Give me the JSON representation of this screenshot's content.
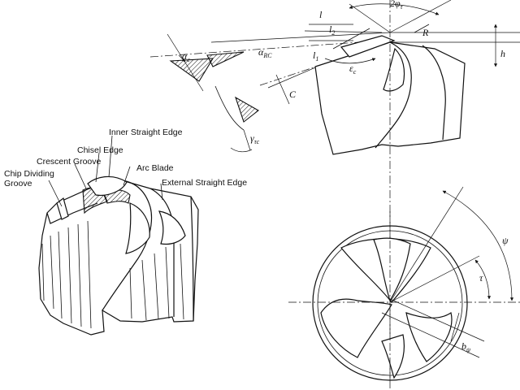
{
  "labels": {
    "inner_straight_edge": "Inner Straight Edge",
    "chisel_edge": "Chisel Edge",
    "crescent_groove": "Crescent Groove",
    "arc_blade": "Arc Blade",
    "chip_dividing_groove": "Chip Dividing\nGroove",
    "external_straight_edge": "External Straight Edge"
  },
  "symbols": {
    "alpha_c": {
      "base": "α",
      "sub": "c"
    },
    "alpha_rc": {
      "base": "α",
      "sub": "RC"
    },
    "gamma_tc": {
      "base": "γ",
      "sub": "τc"
    },
    "epsilon_c": {
      "base": "ε",
      "sub": "c"
    },
    "l": {
      "base": "l",
      "sub": ""
    },
    "l1": {
      "base": "l",
      "sub": "1"
    },
    "l2": {
      "base": "l",
      "sub": "2"
    },
    "C": {
      "base": "C",
      "sub": ""
    },
    "R": {
      "base": "R",
      "sub": ""
    },
    "h": {
      "base": "h",
      "sub": ""
    },
    "two_phi_tau": {
      "base": "2φ",
      "sub": "τ"
    },
    "psi": {
      "base": "ψ",
      "sub": ""
    },
    "tau": {
      "base": "τ",
      "sub": ""
    },
    "b_psi": {
      "base": "b",
      "sub": "ψ"
    }
  }
}
